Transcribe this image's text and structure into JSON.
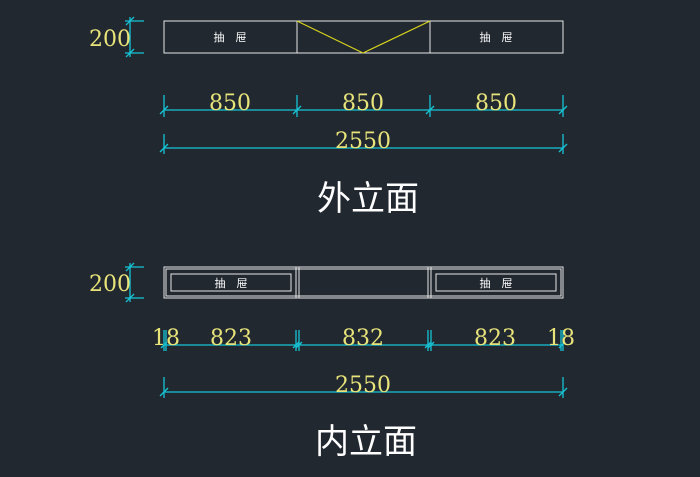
{
  "outer_elevation": {
    "title": "外立面",
    "height_dim": "200",
    "drawer_left": "抽　屉",
    "drawer_right": "抽　屉",
    "dims": [
      "850",
      "850",
      "850"
    ],
    "total_dim": "2550"
  },
  "inner_elevation": {
    "title": "内立面",
    "height_dim": "200",
    "drawer_left": "抽　屉",
    "drawer_right": "抽　屉",
    "dims": [
      "18",
      "823",
      "832",
      "823",
      "18"
    ],
    "total_dim": "2550"
  },
  "colors": {
    "background": "#212830",
    "dimension_line": "#17c4d6",
    "dimension_text": "#e8e47a",
    "object_line": "#e6e6e6",
    "diagonal": "#d8d41c"
  }
}
